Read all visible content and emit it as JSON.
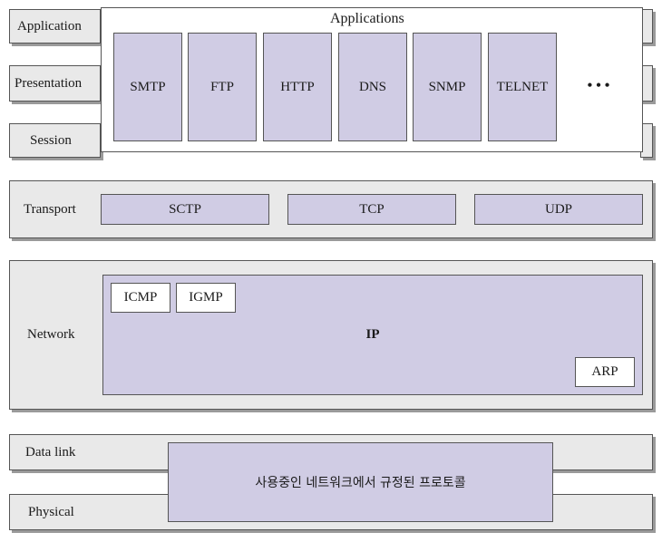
{
  "layers": {
    "application": "Application",
    "presentation": "Presentation",
    "session": "Session",
    "transport": "Transport",
    "network": "Network",
    "datalink": "Data link",
    "physical": "Physical"
  },
  "applications": {
    "title": "Applications",
    "protocols": [
      "SMTP",
      "FTP",
      "HTTP",
      "DNS",
      "SNMP",
      "TELNET"
    ],
    "more": "• • •"
  },
  "transport": {
    "protocols": [
      "SCTP",
      "TCP",
      "UDP"
    ]
  },
  "network": {
    "icmp": "ICMP",
    "igmp": "IGMP",
    "ip": "IP",
    "arp": "ARP"
  },
  "link": {
    "text": "사용중인 네트워크에서 규정된 프로토콜"
  },
  "colors": {
    "band": "#e9e9e9",
    "protocol_box": "#d0cce4",
    "white_box": "#ffffff",
    "border": "#555555"
  }
}
